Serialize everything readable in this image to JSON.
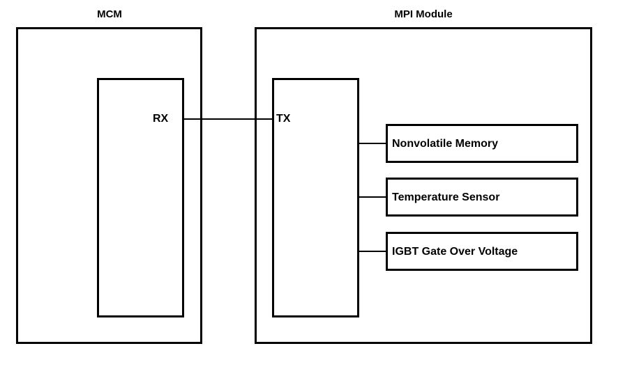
{
  "diagram": {
    "title_labels": [
      {
        "name": "mcm-title",
        "text": "MCM"
      },
      {
        "name": "mpi-module-title",
        "text": "MPI Module"
      }
    ],
    "containers": [
      {
        "name": "mcm-container",
        "label": "MCM"
      },
      {
        "name": "mpi-module-container",
        "label": "MPI Module"
      }
    ],
    "ports": [
      {
        "name": "rx-port",
        "label": "RX"
      },
      {
        "name": "tx-port",
        "label": "TX"
      }
    ],
    "blocks": [
      {
        "name": "nonvolatile-memory-block",
        "label": "Nonvolatile Memory"
      },
      {
        "name": "temperature-sensor-block",
        "label": "Temperature Sensor"
      },
      {
        "name": "igbt-gate-over-voltage-block",
        "label": "IGBT Gate Over Voltage"
      }
    ],
    "connections": [
      {
        "name": "rx-to-tx-link",
        "from": "RX",
        "to": "TX"
      },
      {
        "name": "tx-to-nonvolatile-memory-link",
        "from": "TX",
        "to": "Nonvolatile Memory"
      },
      {
        "name": "tx-to-temperature-sensor-link",
        "from": "TX",
        "to": "Temperature Sensor"
      },
      {
        "name": "tx-to-igbt-gate-over-voltage-link",
        "from": "TX",
        "to": "IGBT Gate Over Voltage"
      }
    ],
    "colors": {
      "stroke": "#000000",
      "background": "#ffffff",
      "text": "#000000"
    }
  }
}
